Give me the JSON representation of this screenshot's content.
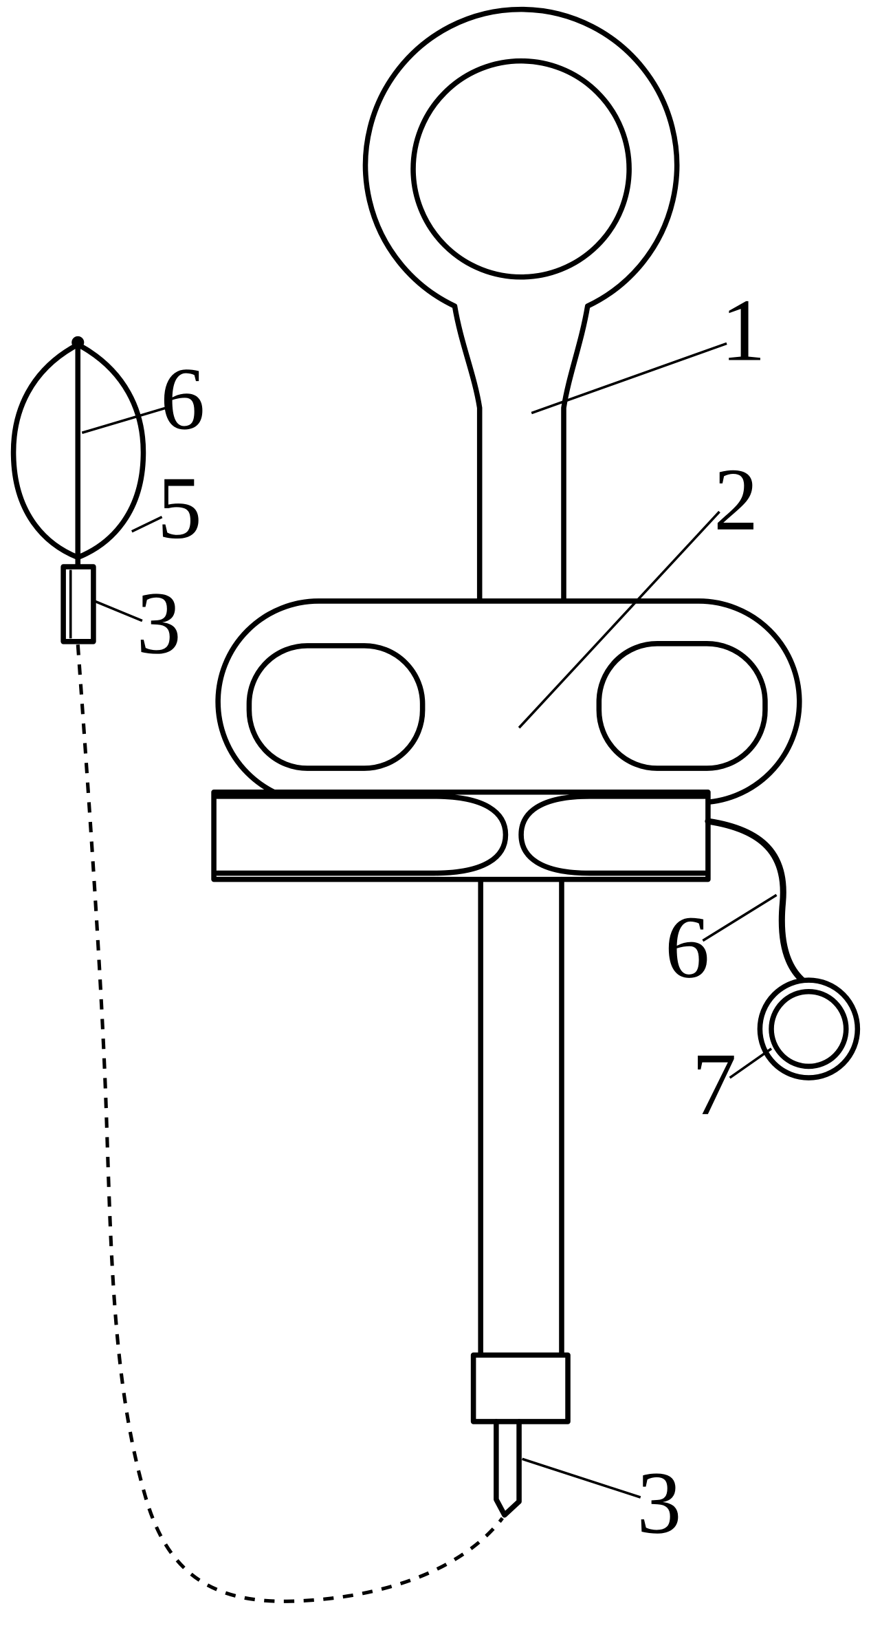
{
  "figure": {
    "background": "#ffffff",
    "line_color": "#000000",
    "labels": {
      "handle_ring": "1",
      "grip_body": "2",
      "fitting_left": "3",
      "tip_bottom": "3",
      "balloon": "5",
      "wire_left": "6",
      "side_tube": "6",
      "coil_ring": "7"
    }
  }
}
